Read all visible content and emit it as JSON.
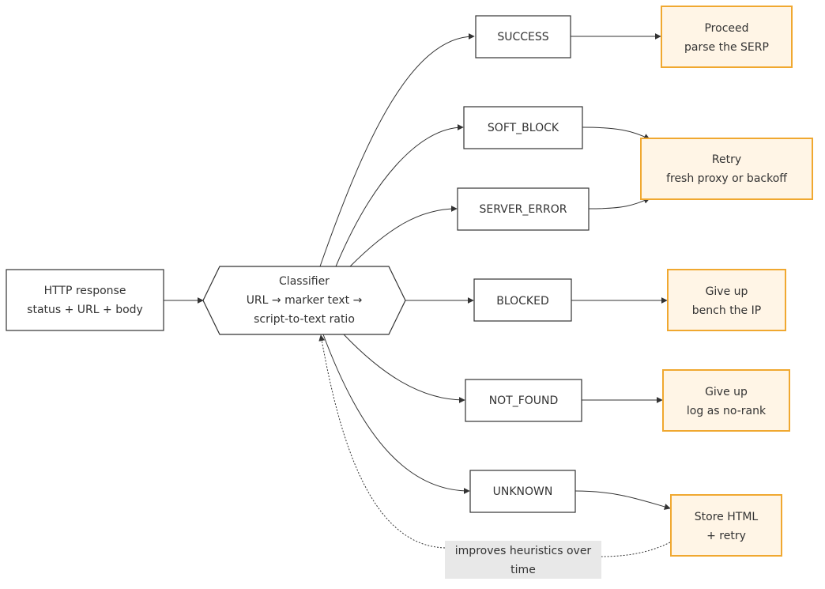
{
  "nodes": {
    "http_response": {
      "line1": "HTTP response",
      "line2": "status + URL + body"
    },
    "classifier": {
      "line1": "Classifier",
      "line2": "URL → marker text →",
      "line3": "script-to-text ratio"
    },
    "success": "SUCCESS",
    "soft_block": "SOFT_BLOCK",
    "server_error": "SERVER_ERROR",
    "blocked": "BLOCKED",
    "not_found": "NOT_FOUND",
    "unknown": "UNKNOWN"
  },
  "outcomes": {
    "proceed": {
      "line1": "Proceed",
      "line2": "parse the SERP"
    },
    "retry": {
      "line1": "Retry",
      "line2": "fresh proxy or backoff"
    },
    "give_up_bench": {
      "line1": "Give up",
      "line2": "bench the IP"
    },
    "give_up_log": {
      "line1": "Give up",
      "line2": "log as no-rank"
    },
    "store_html": {
      "line1": "Store HTML",
      "line2": "+ retry"
    }
  },
  "feedback_note": {
    "line1": "improves heuristics over",
    "line2": "time"
  },
  "colors": {
    "stroke": "#333333",
    "outcome_fill": "#fff5e6",
    "outcome_stroke": "#f0a830",
    "note_fill": "#e8e8e8"
  }
}
